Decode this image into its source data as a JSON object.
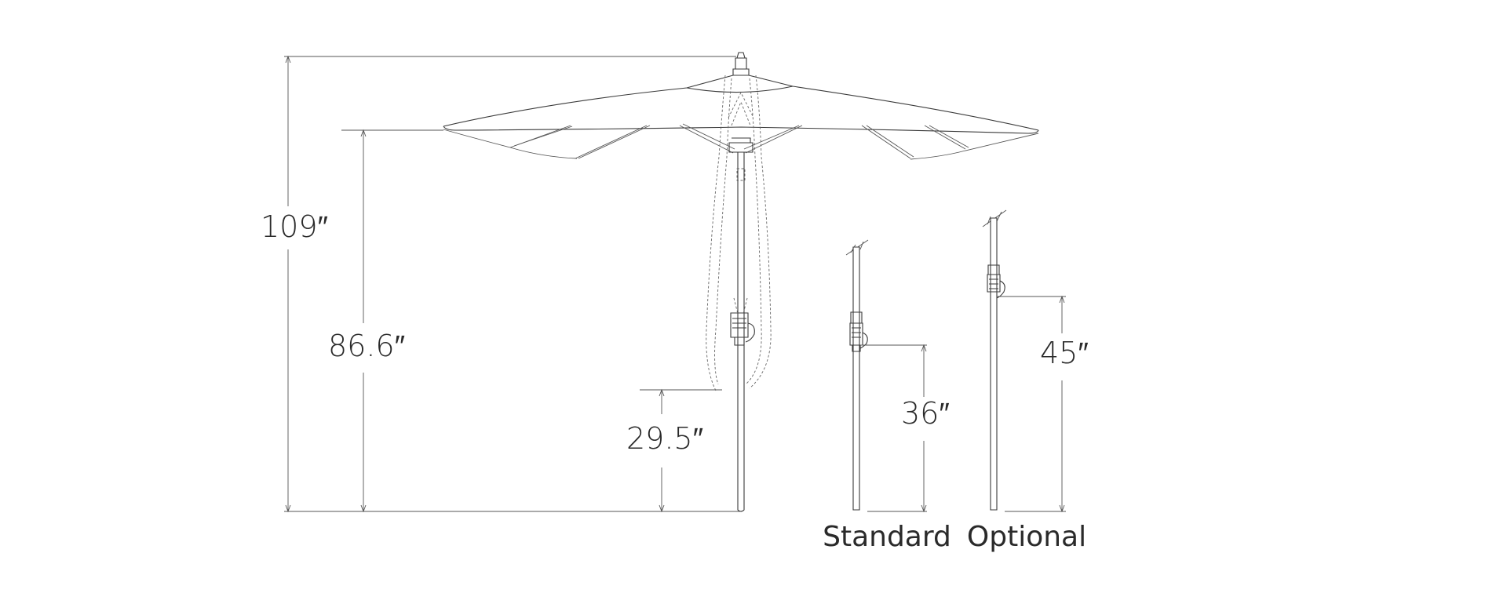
{
  "dimensions": {
    "total_height": "109″",
    "canopy_height": "86.6″",
    "canopy_clearance": "29.5″",
    "standard_crank": "36″",
    "optional_crank": "45″"
  },
  "labels": {
    "standard": "Standard",
    "optional": "Optional"
  },
  "colors": {
    "line": "#3a3a3a",
    "text": "#2a2a2a",
    "background": "#ffffff"
  }
}
